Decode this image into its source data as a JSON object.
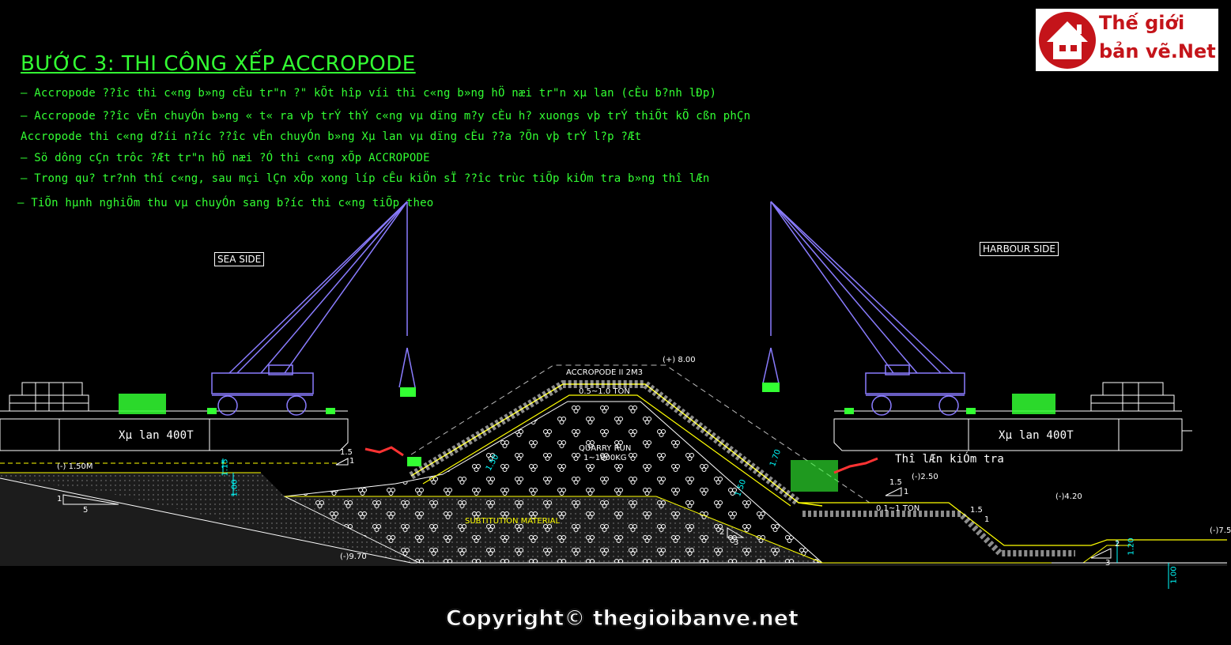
{
  "title": "BƯỚC 3: THI CÔNG XẾP ACCROPODE",
  "notes": [
    "– Accropode ??îc thi c«ng b»ng cÈu tr\"n ?\" kÕt hîp víi thi c«ng b»ng hÖ næi tr\"n xµ lan (cÈu b?nh lÐp)",
    "– Accropode ??îc vËn chuyÓn b»ng « t« ra vþ trÝ thÝ c«ng vµ dïng m?y cÈu h? xuongs vþ trÝ thiÕt kÕ cßn phÇn",
    "Accropode thi c«ng d?íi n?íc ??îc vËn chuyÓn b»ng Xµ lan vµ dïng cÈu ??a ?Õn vþ trÝ l?p ?Æt",
    "– Sö dông cÇn trôc ?Æt tr\"n hÖ næi ?Ó thi c«ng xÕp ACCROPODE",
    "– Trong qu? tr?nh thí c«ng, sau mçi lÇn xÕp xong líp cÊu kiÖn sÏ ??îc trùc tiÕp kiÓm tra b»ng thî lÆn",
    "– TiÕn hµnh nghiÖm thu vµ chuyÓn sang b?íc thi c«ng tiÕp theo"
  ],
  "diagram": {
    "sea_side": "SEA SIDE",
    "harbour_side": "HARBOUR SIDE",
    "barge_left": "Xµ lan 400T",
    "barge_right": "Xµ lan 400T",
    "accropode": "ACCROPODE II 2M3",
    "top_level": "(+) 8.00",
    "armor": "0.5~1.0 TON",
    "core_line1": "QUARRY RUN",
    "core_line2": "1~1000KG",
    "substitution": "SUBTITUTION MATERIAL",
    "underlayer": "0.1~1 TON",
    "diver": "Thî lÆn kiÓm tra",
    "lvl_left": "(-) 1.50M",
    "lvl_bottom": "(-)9.70",
    "lvl_250": "(-)2.50",
    "lvl_420": "(-)4.20",
    "lvl_right": "(-)7.5",
    "dim_115": "1.15",
    "dim_100a": "1.00",
    "dim_150a": "1.50",
    "dim_170": "1.70",
    "dim_150b": "1.50",
    "dim_120": "1.20",
    "dim_100b": "1.00",
    "slope_15a": "1.5",
    "slope_1a": "1",
    "slope_1b": "1",
    "slope_5": "5",
    "slope_2a": "2",
    "slope_3a": "3",
    "slope_15b": "1.5",
    "slope_1c": "1",
    "slope_15c": "1.5",
    "slope_1d": "1",
    "slope_2b": "2",
    "slope_3b": "3"
  },
  "logo": {
    "line1": "Thế giới",
    "line2": "bản vẽ.",
    "net": "Net"
  },
  "copyright": "Copyright© thegioibanve.net",
  "colors": {
    "background": "#000000",
    "text_green": "#33ff33",
    "crane": "#8a7cff",
    "slope": "#ffff00",
    "logo_red": "#c4141a"
  }
}
